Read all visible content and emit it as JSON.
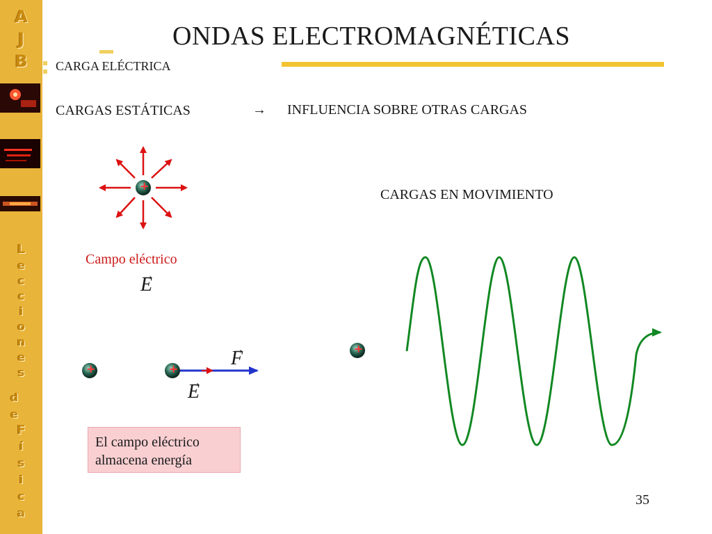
{
  "sidebar": {
    "letters": [
      "A",
      "J",
      "B",
      "L",
      "e",
      "c",
      "c",
      "i",
      "o",
      "n",
      "e",
      "s",
      "d",
      "e",
      "F",
      "í",
      "s",
      "i",
      "c",
      "a"
    ]
  },
  "title": "ONDAS ELECTROMAGNÉTICAS",
  "subtitle": "CARGA ELÉCTRICA",
  "static_charges": "CARGAS ESTÁTICAS",
  "arrow_symbol": "→",
  "influence": "INFLUENCIA SOBRE OTRAS CARGAS",
  "moving_charges": "CARGAS EN MOVIMIENTO",
  "field_label": "Campo eléctrico",
  "vector_E": "E",
  "vector_F": "F",
  "vector_arrow": "→",
  "charge_sign": "+",
  "note_line1": "El campo eléctrico",
  "note_line2": "almacena energía",
  "page_number": "35",
  "colors": {
    "sidebar": "#e9b43a",
    "field_arrows": "#dd1111",
    "force_arrow": "#2233cc",
    "wave": "#118822",
    "charge": "#2a6a55",
    "note_bg": "#f9cfd2",
    "title_bar": "#f2c530"
  }
}
